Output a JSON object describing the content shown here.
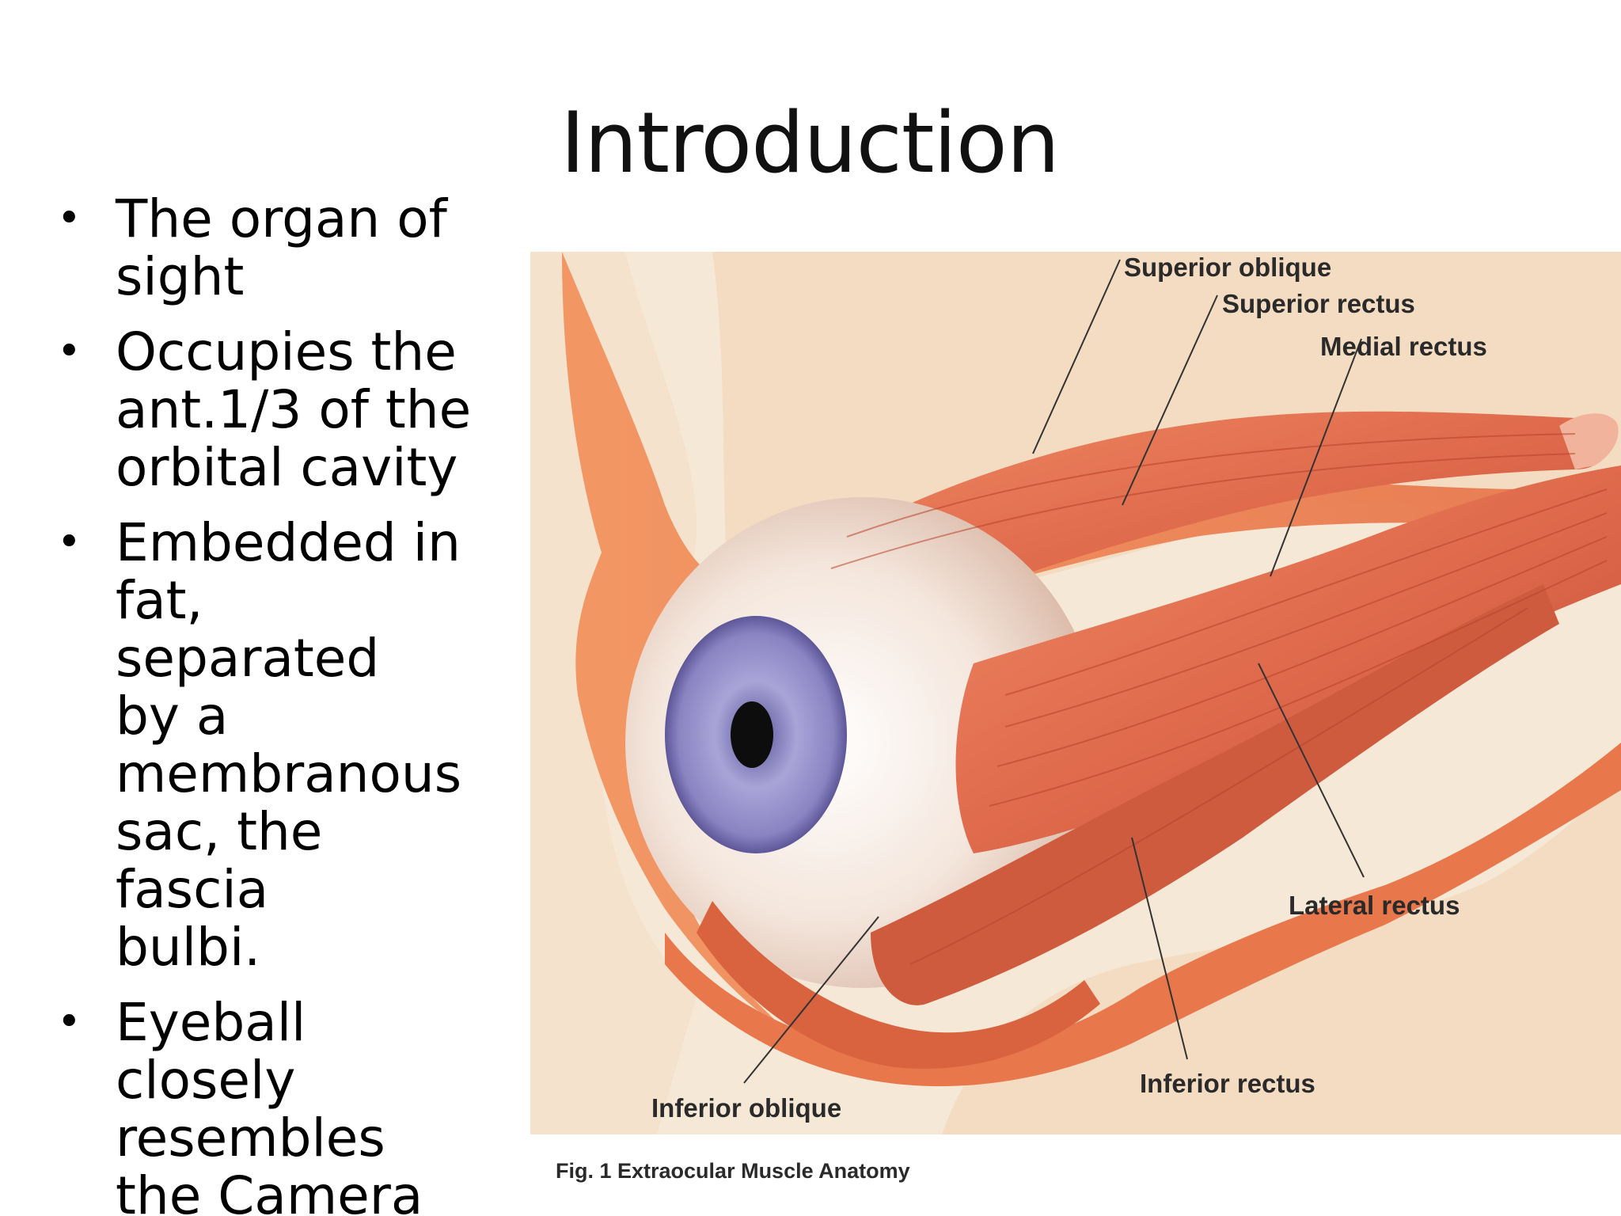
{
  "slide": {
    "title": "Introduction",
    "bullets": [
      "The organ of\nsight",
      "Occupies the\nant.1/3 of the\norbital cavity",
      " Embedded in\nfat, separated\nby a\nmembranous\nsac, the fascia\nbulbi.",
      "Eyeball\nclosely\nresembles\nthe Camera"
    ],
    "bullet_glyph": "•"
  },
  "figure": {
    "labels": {
      "superior_oblique": "Superior oblique",
      "superior_rectus": "Superior rectus",
      "medial_rectus": "Medial rectus",
      "lateral_rectus": "Lateral rectus",
      "inferior_rectus": "Inferior rectus",
      "inferior_oblique": "Inferior oblique"
    },
    "caption": "Fig. 1 Extraocular Muscle Anatomy",
    "colors": {
      "background": "#f5e6d3",
      "bone": "#f3d9bc",
      "muscle": "#e06a4a",
      "muscle_dark": "#c24a30",
      "sclera": "#f7efe8",
      "iris": "#8c86c4",
      "pupil": "#111111"
    }
  }
}
